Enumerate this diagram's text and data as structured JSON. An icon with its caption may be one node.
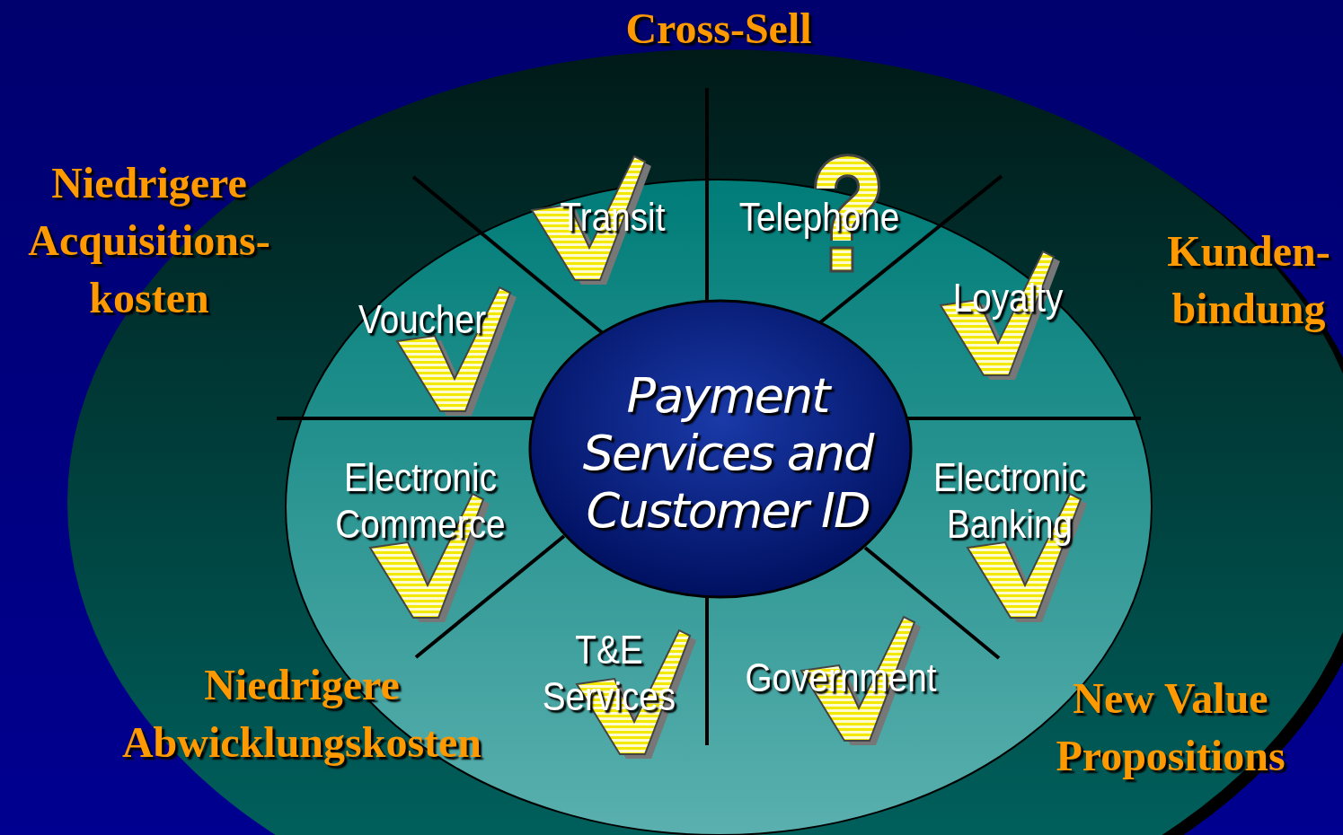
{
  "diagram": {
    "nodes": [
      {
        "text": [
          "Transit"
        ]
      },
      {
        "text": [
          "Telephone"
        ]
      },
      {
        "text": [
          "Voucher"
        ]
      },
      {
        "text": [
          "Loyalty"
        ]
      },
      {
        "text": [
          "Payment Services and Customer ID"
        ]
      },
      {
        "text": [
          "Electronic Commerce"
        ]
      },
      {
        "text": [
          "Electronic Banking"
        ]
      },
      {
        "text": [
          "T&E Services"
        ]
      },
      {
        "text": [
          "Government"
        ]
      }
    ],
    "labels": [
      "Cross-Sell",
      "Niedrigere Acquisitions- kosten",
      "Kunden- bindung",
      "Niedrigere Abwicklungskosten",
      "New Value Propositions"
    ]
  }
}
